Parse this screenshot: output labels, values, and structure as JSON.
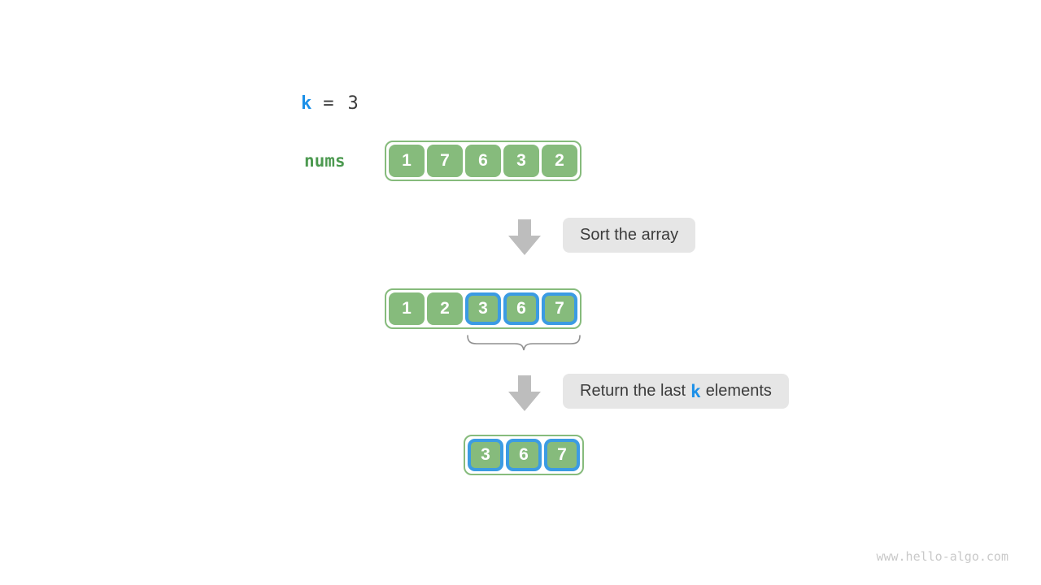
{
  "page": {
    "watermark": "www.hello-algo.com"
  },
  "colors": {
    "green_fill": "#86BB7C",
    "green_border": "#86BB7C",
    "green_text": "#4D9A51",
    "blue_border": "#3B9BE3",
    "blue_text": "#1C90E8",
    "arrow_gray": "#BDBDBD",
    "label_bg": "#E6E6E6",
    "label_text": "#3C3C3C",
    "brace_gray": "#8F8F8F",
    "watermark_gray": "#C9C9C9"
  },
  "variables": {
    "k_name": "k",
    "equals_sign": "=",
    "k_value": "3",
    "nums_label": "nums"
  },
  "arrays": {
    "original": {
      "values": [
        "1",
        "7",
        "6",
        "3",
        "2"
      ],
      "highlighted": [
        false,
        false,
        false,
        false,
        false
      ]
    },
    "sorted": {
      "values": [
        "1",
        "2",
        "3",
        "6",
        "7"
      ],
      "highlighted": [
        false,
        false,
        true,
        true,
        true
      ]
    },
    "result": {
      "values": [
        "3",
        "6",
        "7"
      ],
      "highlighted": [
        true,
        true,
        true
      ]
    }
  },
  "steps": {
    "sort_label": "Sort the array",
    "return_label_prefix": "Return the last",
    "return_label_k": "k",
    "return_label_suffix": "elements"
  }
}
